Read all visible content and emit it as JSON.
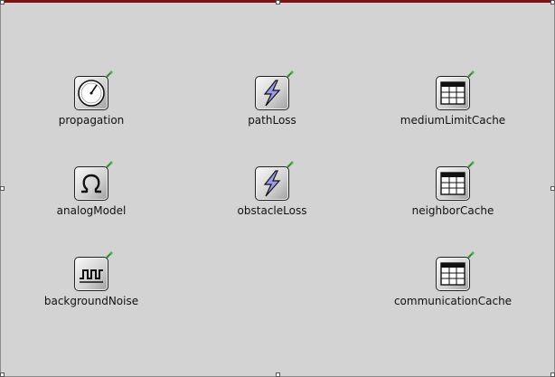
{
  "modules": [
    {
      "name": "propagation",
      "icon": "gauge-icon"
    },
    {
      "name": "pathLoss",
      "icon": "lightning-icon"
    },
    {
      "name": "mediumLimitCache",
      "icon": "table-icon"
    },
    {
      "name": "analogModel",
      "icon": "omega-icon"
    },
    {
      "name": "obstacleLoss",
      "icon": "lightning-icon"
    },
    {
      "name": "neighborCache",
      "icon": "table-icon"
    },
    {
      "name": "backgroundNoise",
      "icon": "pulse-icon"
    },
    {
      "name": "communicationCache",
      "icon": "table-icon"
    }
  ],
  "colors": {
    "background": "#d3d3d3",
    "top_bar": "#7a1414",
    "pin": "#2e8b2e",
    "lightning_fill": "#9b9bea"
  }
}
